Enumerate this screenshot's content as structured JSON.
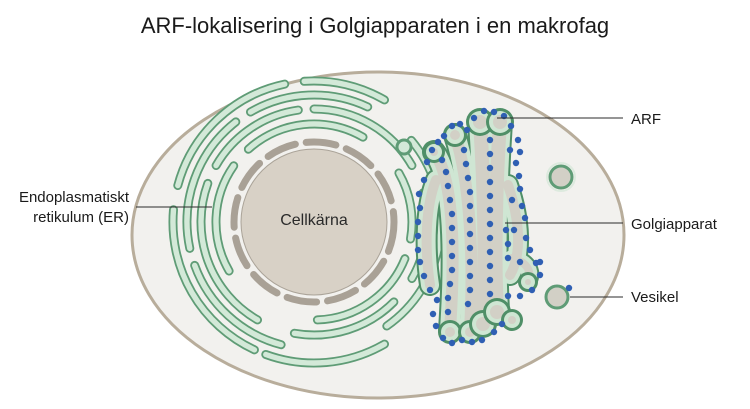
{
  "title": "ARF-lokalisering i Golgiapparaten i en makrofag",
  "labels": {
    "nucleus": "Cellkärna",
    "er_line1": "Endoplasmatiskt",
    "er_line2": "retikulum (ER)",
    "arf": "ARF",
    "golgi": "Golgiapparat",
    "vesicle": "Vesikel"
  },
  "colors": {
    "cell_fill": "#f2f1ee",
    "cell_stroke": "#b8ad9b",
    "nucleus_fill": "#d8d1c6",
    "er_green": "#5f9c76",
    "arf_blue": "#2f5fb3"
  }
}
